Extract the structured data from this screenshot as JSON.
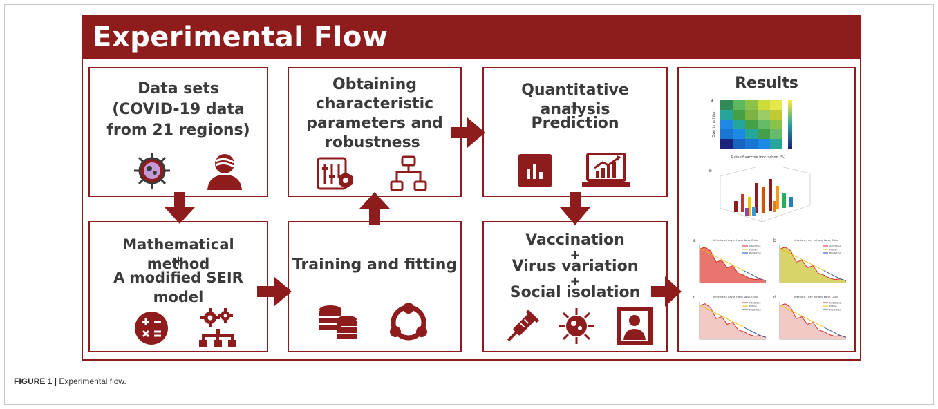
{
  "figure": {
    "title": "Experimental Flow",
    "caption_label": "FIGURE 1 |",
    "caption_text": " Experimental flow."
  },
  "boxes": {
    "datasets": {
      "lines": [
        "Data sets",
        "(COVID-19 data",
        "from 21 regions)"
      ]
    },
    "math": {
      "lines": [
        "Mathematical method",
        "+",
        "A modified SEIR",
        "model"
      ]
    },
    "params": {
      "lines": [
        "Obtaining",
        "characteristic",
        "parameters and",
        "robustness"
      ]
    },
    "training": {
      "lines": [
        "Training and fitting"
      ]
    },
    "quant": {
      "lines": [
        "Quantitative analysis",
        "+",
        "Prediction"
      ]
    },
    "vacc": {
      "lines": [
        "Vaccination",
        "+",
        "Virus variation",
        "+",
        "Social isolation"
      ]
    },
    "results": {
      "title": "Results"
    }
  },
  "results_thumbnails": {
    "heatmap_label": "a",
    "heatmap_xlabel": "Rate of vaccine inoculation (%)",
    "heatmap_ylabel": "Over time (day)",
    "bar3d_label": "b",
    "panels": [
      {
        "label": "a",
        "title": "Infections / day in Hong Kong, China",
        "fill": "#e8766f"
      },
      {
        "label": "b",
        "title": "Infections / day in Hong Kong, China",
        "fill": "#d8d36a"
      },
      {
        "label": "c",
        "title": "Infections / day in Hong Kong, China",
        "fill": "#f3c9c6"
      },
      {
        "label": "d",
        "title": "Infections / day in Hong Kong, China",
        "fill": "#f3c9c6"
      }
    ],
    "legend": [
      "Infections",
      "Fitting",
      "Prediction"
    ]
  },
  "colors": {
    "accent": "#8e1c1c",
    "text": "#3a3a3a"
  },
  "icons": [
    "virus-icon",
    "patient-icon",
    "calculator-icon",
    "gears-network-icon",
    "database-icon",
    "share-network-icon",
    "sliders-hex-icon",
    "flowchart-icon",
    "bar-chart-icon",
    "laptop-chart-icon",
    "syringe-icon",
    "virus-variant-icon",
    "person-isolation-icon"
  ]
}
